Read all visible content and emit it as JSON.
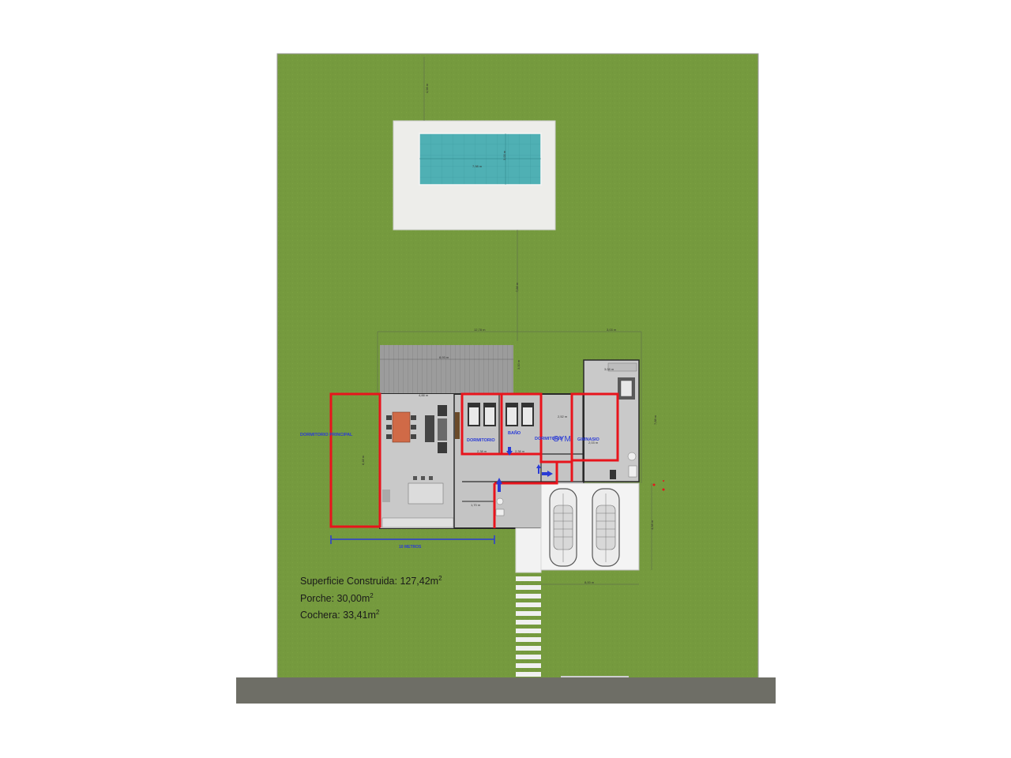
{
  "title": "",
  "rooms": {
    "dormitorio_principal": "DORMITORIO PRINCIPAL",
    "dormitorio": "DORMITORIO",
    "bano": "BAÑO",
    "dormitorio_2": "DORMITORIO",
    "gym": "GYM",
    "gimnasio": "GIMNASIO"
  },
  "scale_label": "10 METROS",
  "areas": {
    "superficie_label": "Superficie Construida: 127,42m",
    "porche_label": "Porche: 30,00m",
    "cochera_label": "Cochera: 33,41m",
    "unit_sup": "2"
  },
  "dimensions": {
    "pool_offset": "4,98 m",
    "pool_length": "7,98 m",
    "pool_width": "3,00 m",
    "pool_to_house": "7,88 m",
    "house_width": "12,78 m",
    "annex_width": "3,03 m",
    "porch_width": "8,93 m",
    "porch_depth": "3,00 m",
    "living_width": "4,88 m",
    "living_depth": "8,48 m",
    "annex_inner": "3,08 m",
    "gym_width": "2,52 m",
    "side_depth": "7,88 m",
    "garage_depth": "4,58 m",
    "garage_width": "8,00 m",
    "misc_1": "2,38 m",
    "misc_2": "2,38 m",
    "misc_3": "2,03 m",
    "misc_4": "1,70 m"
  },
  "colors": {
    "lawn": "#759a3e",
    "pool": "#4fb0b4",
    "interior": "#c4c4c4",
    "highlight_red": "#e8141c",
    "arrow_blue": "#2a3bd6",
    "street": "#6e6e66"
  }
}
